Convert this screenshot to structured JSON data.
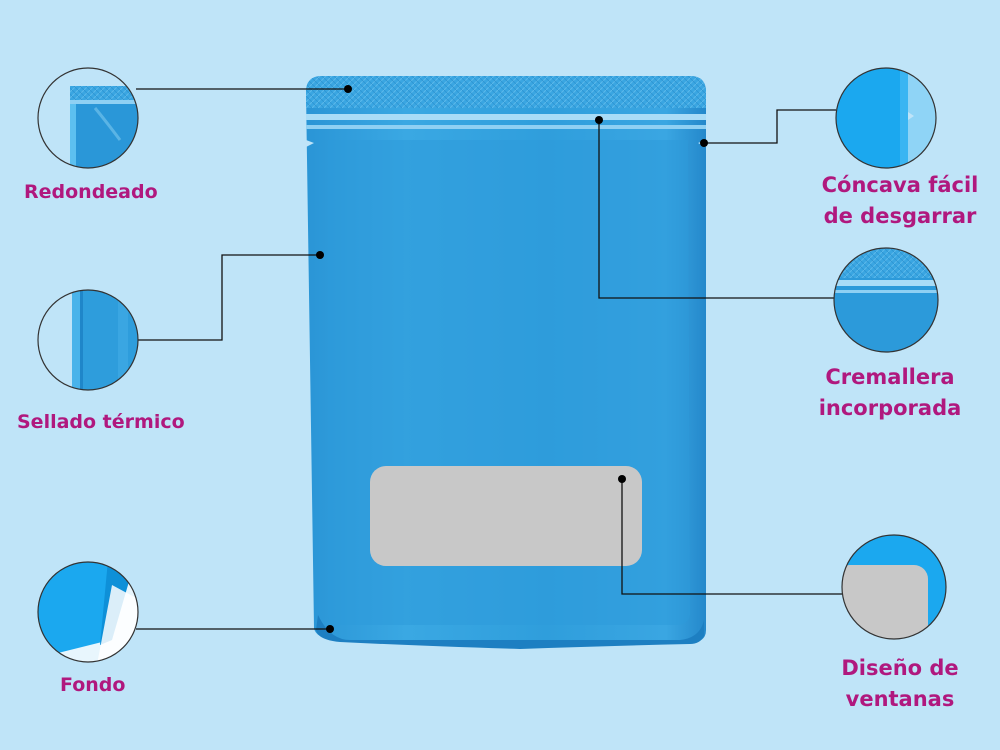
{
  "colors": {
    "background": "#bfe4f8",
    "pouch": "#2f9edc",
    "pouch_dark": "#1f86c9",
    "pouch_top": "#3aa6e2",
    "zipper": "#a9dcf7",
    "window": "#c8c8c8",
    "label_text": "#b0187e",
    "leader_line": "#111111",
    "circle_outline": "#333333"
  },
  "callouts": {
    "redondeado": {
      "label": "Redondeado"
    },
    "sellado": {
      "label": "Sellado térmico"
    },
    "fondo": {
      "label": "Fondo"
    },
    "concava": {
      "line1": "Cóncava fácil",
      "line2": "de desgarrar"
    },
    "cremallera": {
      "line1": "Cremallera",
      "line2": "incorporada"
    },
    "ventanas": {
      "line1": "Diseño de",
      "line2": "ventanas"
    }
  }
}
